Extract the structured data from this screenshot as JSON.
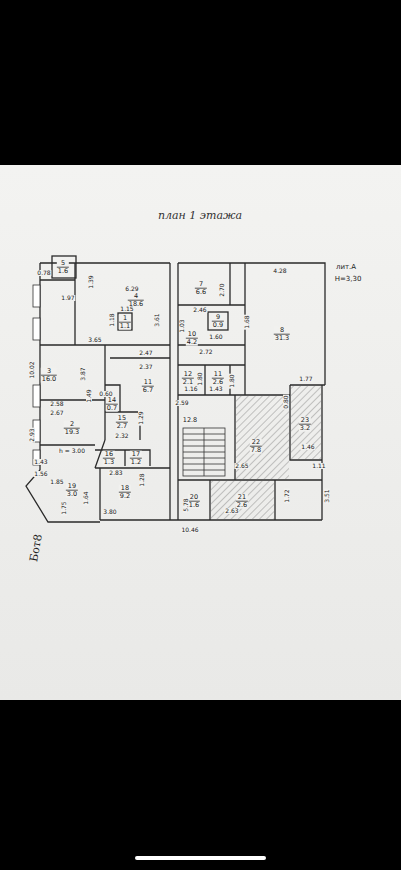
{
  "diagram": {
    "title": "план 1 этажа",
    "nodes": [
      {
        "text": [
          "5",
          "1.6"
        ]
      },
      {
        "text": [
          "4",
          "18.6"
        ]
      },
      {
        "text": [
          "1",
          "1.1"
        ]
      },
      {
        "text": [
          "3",
          "16.0"
        ]
      },
      {
        "text": [
          "11",
          "6.7"
        ]
      },
      {
        "text": [
          "14",
          "0.7"
        ]
      },
      {
        "text": [
          "2",
          "19.3"
        ]
      },
      {
        "text": [
          "15",
          "2.7"
        ]
      },
      {
        "text": [
          "16",
          "1.3"
        ]
      },
      {
        "text": [
          "17",
          "1.2"
        ]
      },
      {
        "text": [
          "19",
          "3.0"
        ]
      },
      {
        "text": [
          "18",
          "9.2"
        ]
      },
      {
        "text": [
          "7",
          "6.6"
        ]
      },
      {
        "text": [
          "9",
          "0.9"
        ]
      },
      {
        "text": [
          "10",
          "4.2"
        ]
      },
      {
        "text": [
          "8",
          "31.3"
        ]
      },
      {
        "text": [
          "12",
          "2.1"
        ]
      },
      {
        "text": [
          "11",
          "2.6"
        ]
      },
      {
        "text": [
          "12.8"
        ]
      },
      {
        "text": [
          "23",
          "3.2"
        ]
      },
      {
        "text": [
          "22",
          "7.8"
        ]
      },
      {
        "text": [
          "20",
          "1.6"
        ]
      },
      {
        "text": [
          "21",
          "2.6"
        ]
      }
    ],
    "labels": [
      "лит.А",
      "Н=3,30",
      "0.78",
      "1.97",
      "1.39",
      "6.29",
      "1.15",
      "1.18",
      "3.61",
      "3.65",
      "2.47",
      "2.37",
      "3.87",
      "10.02",
      "1.49",
      "0.60",
      "2.58",
      "2.67",
      "1.29",
      "2.32",
      "2.93",
      "h = 3.00",
      "1.43",
      "1.56",
      "2.83",
      "1.85",
      "1.28",
      "1.64",
      "1.75",
      "3.80",
      "10.46",
      "4.28",
      "2.70",
      "2.46",
      "1.03",
      "1.60",
      "1.68",
      "2.72",
      "1.80",
      "1.80",
      "1.16",
      "1.43",
      "1.77",
      "0.80",
      "2.59",
      "1.46",
      "1.11",
      "2.65",
      "5.78",
      "1.72",
      "3.51",
      "2.63",
      "Бот8"
    ]
  }
}
